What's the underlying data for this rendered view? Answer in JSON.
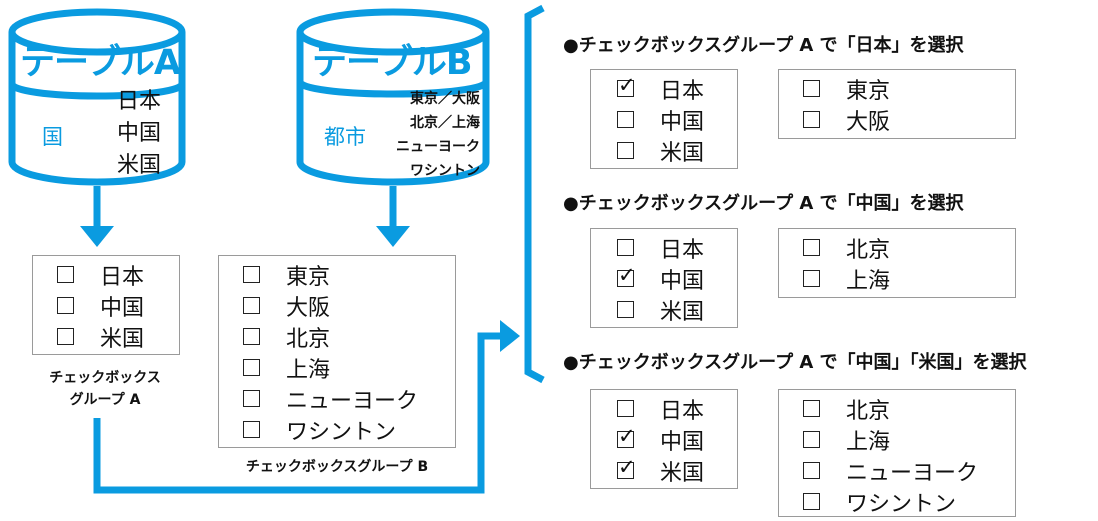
{
  "tables": {
    "a": {
      "title": "テーブルA",
      "key": "国",
      "values": [
        "日本",
        "中国",
        "米国"
      ]
    },
    "b": {
      "title": "テーブルB",
      "key": "都市",
      "values": [
        "東京／大阪",
        "北京／上海",
        "ニューヨーク",
        "ワシントン"
      ]
    }
  },
  "groups": {
    "a": {
      "items": [
        "日本",
        "中国",
        "米国"
      ],
      "caption_line1": "チェックボックス",
      "caption_line2": "グループ A"
    },
    "b": {
      "items": [
        "東京",
        "大阪",
        "北京",
        "上海",
        "ニューヨーク",
        "ワシントン"
      ],
      "caption": "チェックボックスグループ B"
    }
  },
  "examples": [
    {
      "heading": "●チェックボックスグループ A で「日本」を選択",
      "a_checked": [
        true,
        false,
        false
      ],
      "b_items": [
        "東京",
        "大阪"
      ]
    },
    {
      "heading": "●チェックボックスグループ A で「中国」を選択",
      "a_checked": [
        false,
        true,
        false
      ],
      "b_items": [
        "北京",
        "上海"
      ]
    },
    {
      "heading": "●チェックボックスグループ A で「中国」「米国」を選択",
      "a_checked": [
        false,
        true,
        true
      ],
      "b_items": [
        "北京",
        "上海",
        "ニューヨーク",
        "ワシントン"
      ]
    }
  ],
  "colors": {
    "accent": "#0a9be0",
    "border": "#9a9a9a",
    "text": "#111111"
  }
}
